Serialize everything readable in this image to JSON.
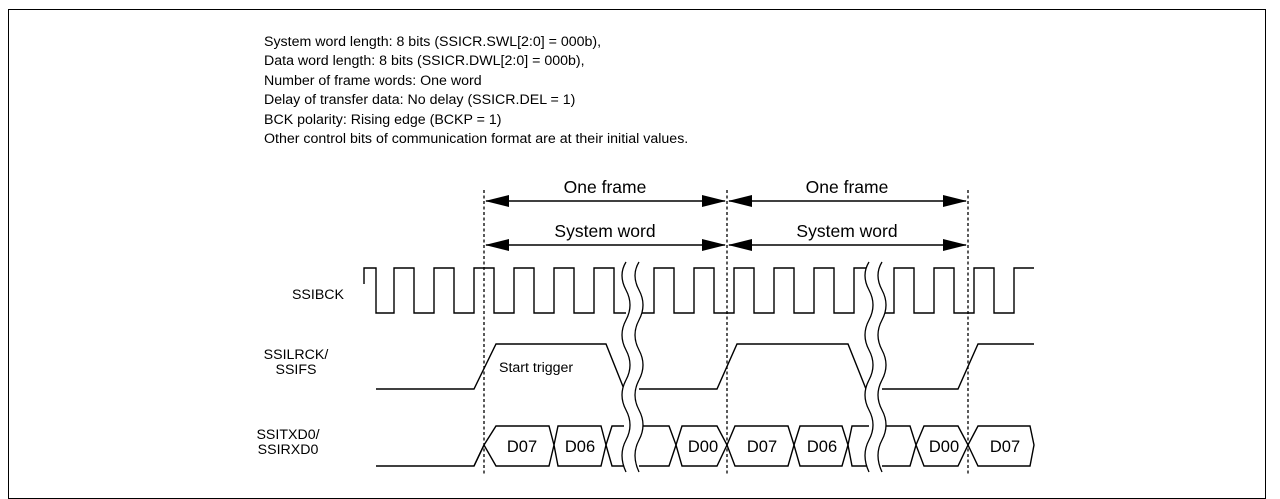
{
  "notes": [
    "System word length: 8 bits (SSICR.SWL[2:0] = 000b),",
    "Data word length: 8 bits (SSICR.DWL[2:0] = 000b),",
    "Number of frame words: One word",
    "Delay of transfer data: No delay (SSICR.DEL = 1)",
    "BCK polarity: Rising edge (BCKP = 1)",
    "Other control bits of communication format are at their initial values."
  ],
  "timing": {
    "frame_labels": [
      "One frame",
      "One frame"
    ],
    "word_labels": [
      "System word",
      "System word"
    ],
    "signals": {
      "bck": "SSIBCK",
      "lrck_line1": "SSILRCK/",
      "lrck_line2": "SSIFS",
      "data_line1": "SSITXD0/",
      "data_line2": "SSIRXD0"
    },
    "start_trigger": "Start trigger",
    "data_cells": [
      "D07",
      "D06",
      "D00",
      "D07",
      "D06",
      "D00",
      "D07"
    ]
  }
}
